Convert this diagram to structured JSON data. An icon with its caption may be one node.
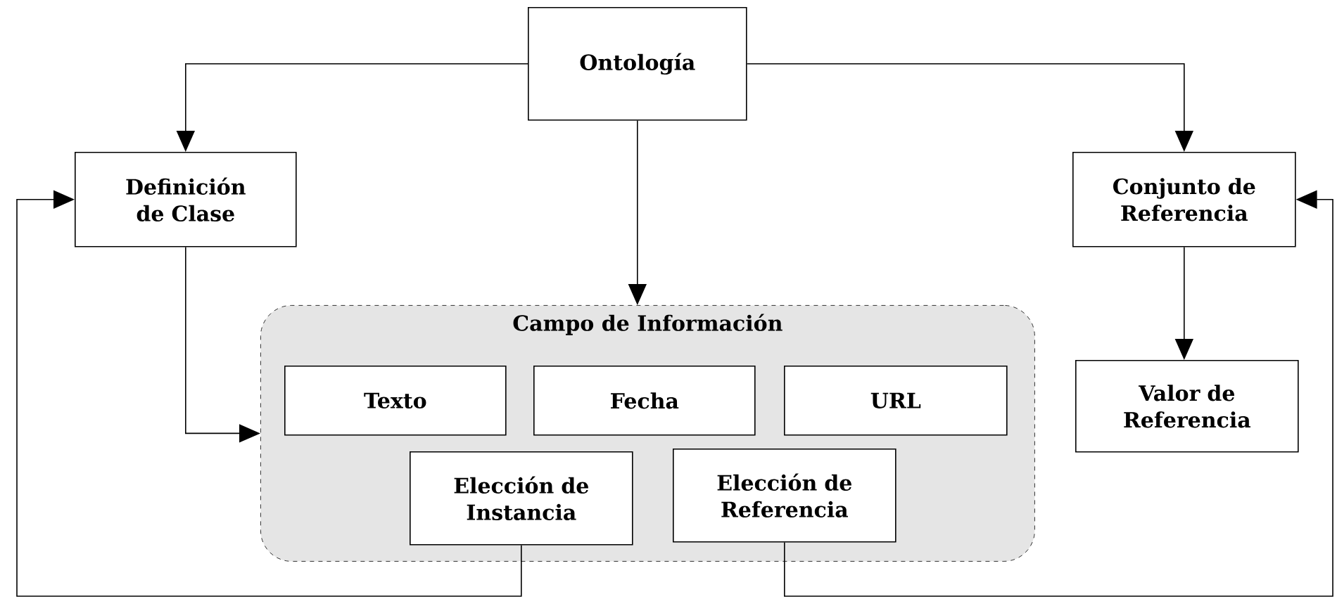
{
  "diagram": {
    "nodes": [
      {
        "text": [
          "Ontología"
        ]
      },
      {
        "text": [
          "Definición de Clase"
        ]
      },
      {
        "text": [
          "Conjunto de Referencia"
        ]
      },
      {
        "text": [
          "Campo de Información"
        ]
      },
      {
        "text": [
          "Texto"
        ],
        "in": 3
      },
      {
        "text": [
          "Fecha"
        ],
        "in": 3
      },
      {
        "text": [
          "URL"
        ],
        "in": 3
      },
      {
        "text": [
          "Elección de Instancia"
        ],
        "in": 3
      },
      {
        "text": [
          "Elección de Referencia"
        ],
        "in": 3
      },
      {
        "text": [
          "Valor de Referencia"
        ]
      }
    ],
    "edges": [
      {
        "from": 0,
        "to": 1,
        "arrow": "to"
      },
      {
        "from": 0,
        "to": 2,
        "arrow": "to"
      },
      {
        "from": 0,
        "to": 3,
        "arrow": "to"
      },
      {
        "from": 1,
        "to": 3,
        "arrow": "to"
      },
      {
        "from": 2,
        "to": 9,
        "arrow": "to"
      },
      {
        "from": 7,
        "to": 1,
        "arrow": "to"
      },
      {
        "from": 8,
        "to": 2,
        "arrow": "to"
      }
    ]
  }
}
